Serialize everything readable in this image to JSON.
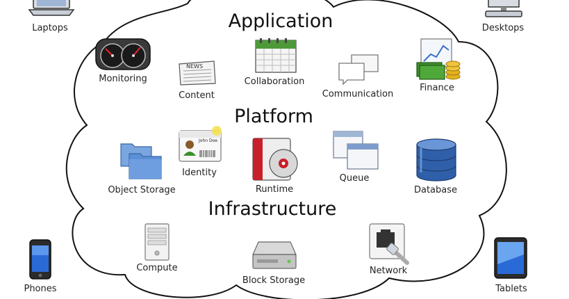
{
  "sections": {
    "application": "Application",
    "platform": "Platform",
    "infrastructure": "Infrastructure"
  },
  "application_items": {
    "monitoring": "Monitoring",
    "content": "Content",
    "collaboration": "Collaboration",
    "communication": "Communication",
    "finance": "Finance"
  },
  "content_icon_text": "NEWS",
  "platform_items": {
    "object_storage": "Object Storage",
    "identity": "Identity",
    "runtime": "Runtime",
    "queue": "Queue",
    "database": "Database"
  },
  "identity_card_name": "John Doe",
  "infrastructure_items": {
    "compute": "Compute",
    "block_storage": "Block Storage",
    "network": "Network"
  },
  "devices": {
    "laptops": "Laptops",
    "desktops": "Desktops",
    "phones": "Phones",
    "tablets": "Tablets"
  },
  "colors": {
    "cloud_outline": "#111111",
    "folder_blue": "#5b8fd6",
    "database_blue": "#2f5fa8",
    "runtime_red": "#c8202a",
    "finance_green": "#3c8f2a",
    "coin_gold": "#e3b21c",
    "calendar_green": "#4e9a3a"
  }
}
